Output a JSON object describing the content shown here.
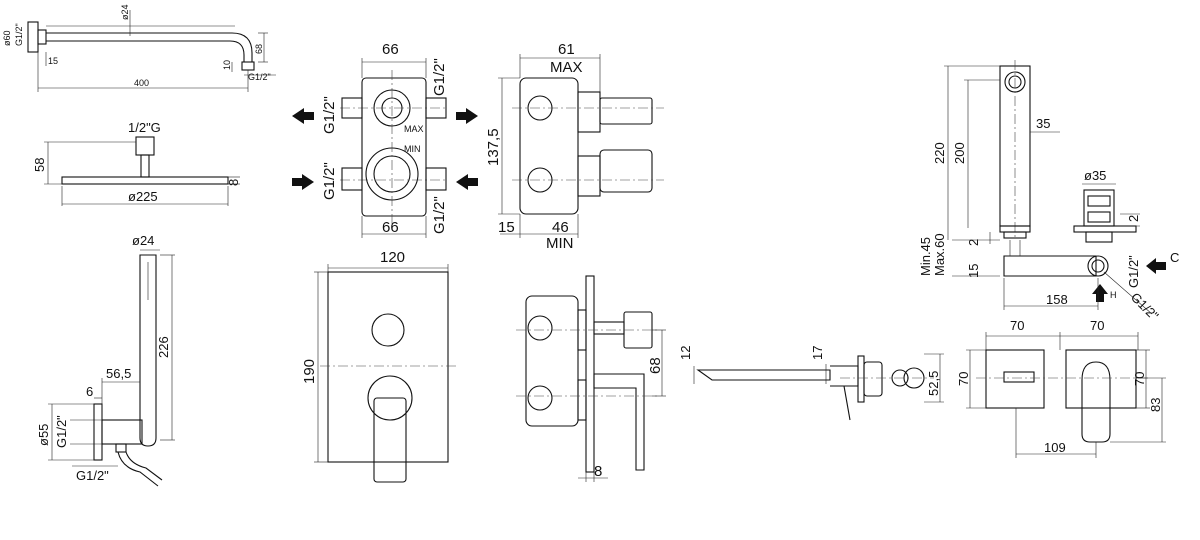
{
  "views": {
    "shower_arm": {
      "d_pipe": "ø24",
      "d_flange": "ø60",
      "thread": "G1/2\"",
      "wall_offset": "15",
      "length": "400",
      "thread_gap": "10",
      "drop": "68",
      "outlet_thread": "G1/2\""
    },
    "shower_head": {
      "thread": "1/2\"G",
      "height": "58",
      "thickness": "8",
      "diameter": "ø225"
    },
    "hand_shower": {
      "d_handle": "ø24",
      "length": "226",
      "reach": "56,5",
      "wall_gap": "6",
      "d_flange": "ø55",
      "thread_wall": "G1/2\"",
      "thread_hose": "G1/2\""
    },
    "box_front": {
      "width_top": "66",
      "width_bottom": "66",
      "thread_top_right": "G1/2\"",
      "thread_left_top": "G1/2\"",
      "thread_left_bottom": "G1/2\"",
      "thread_bottom_right": "G1/2\"",
      "mark_max": "MAX",
      "mark_min": "MIN"
    },
    "box_side": {
      "depth_max": "61",
      "max_label": "MAX",
      "height": "137,5",
      "offset": "15",
      "depth_min": "46",
      "min_label": "MIN"
    },
    "cover_plate": {
      "width": "120",
      "height": "190"
    },
    "mixer_side": {
      "offset": "68",
      "plate": "8"
    },
    "spout_side": {
      "thickness_tip": "12",
      "thickness_body": "17",
      "height": "52,5"
    },
    "basin_mixer": {
      "total_height": "220",
      "spout_height": "200",
      "spout_width": "35",
      "d_rosette": "ø35",
      "gap_top": "2",
      "gap_bottom": "2",
      "wall_range": "Min.45\nMax.60",
      "wall_min": "Min.45",
      "wall_max": "Max.60",
      "body": "15",
      "thread_cold": "G1/2\"",
      "thread_hot": "G1/2\"",
      "depth": "158",
      "label_cold": "C",
      "label_hot": "H"
    },
    "basin_plates": {
      "plate_w_left": "70",
      "plate_w_right": "70",
      "plate_h_left": "70",
      "plate_h_right": "70",
      "handle_h": "83",
      "spacing": "109"
    }
  }
}
